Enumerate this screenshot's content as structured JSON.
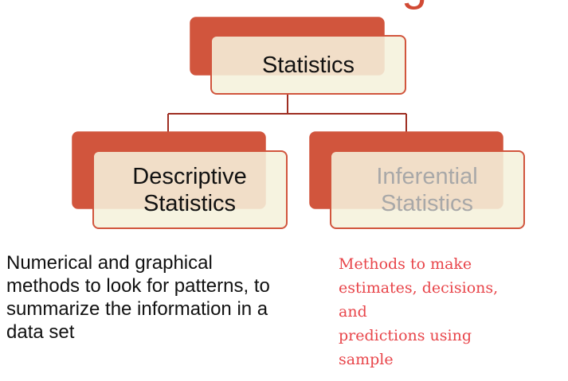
{
  "title_fragment": "g",
  "colors": {
    "shadow_block": "#d1553d",
    "card_fill": "#f5f1dc",
    "card_border": "#d1553d",
    "connector": "#9e2e22",
    "text_dark": "#111111",
    "text_muted": "#a8a8a8",
    "text_red": "#e8454a"
  },
  "diagram": {
    "root": {
      "lines": [
        "Statistics"
      ]
    },
    "children": [
      {
        "lines": [
          "Descriptive",
          "Statistics"
        ]
      },
      {
        "lines": [
          "Inferential",
          "Statistics"
        ]
      }
    ]
  },
  "descriptions": {
    "descriptive": "Numerical and graphical methods to look for patterns, to summarize the information in a data set",
    "inferential_lines": [
      "Methods to make",
      "estimates, decisions,",
      "and",
      "predictions using",
      "sample"
    ]
  }
}
